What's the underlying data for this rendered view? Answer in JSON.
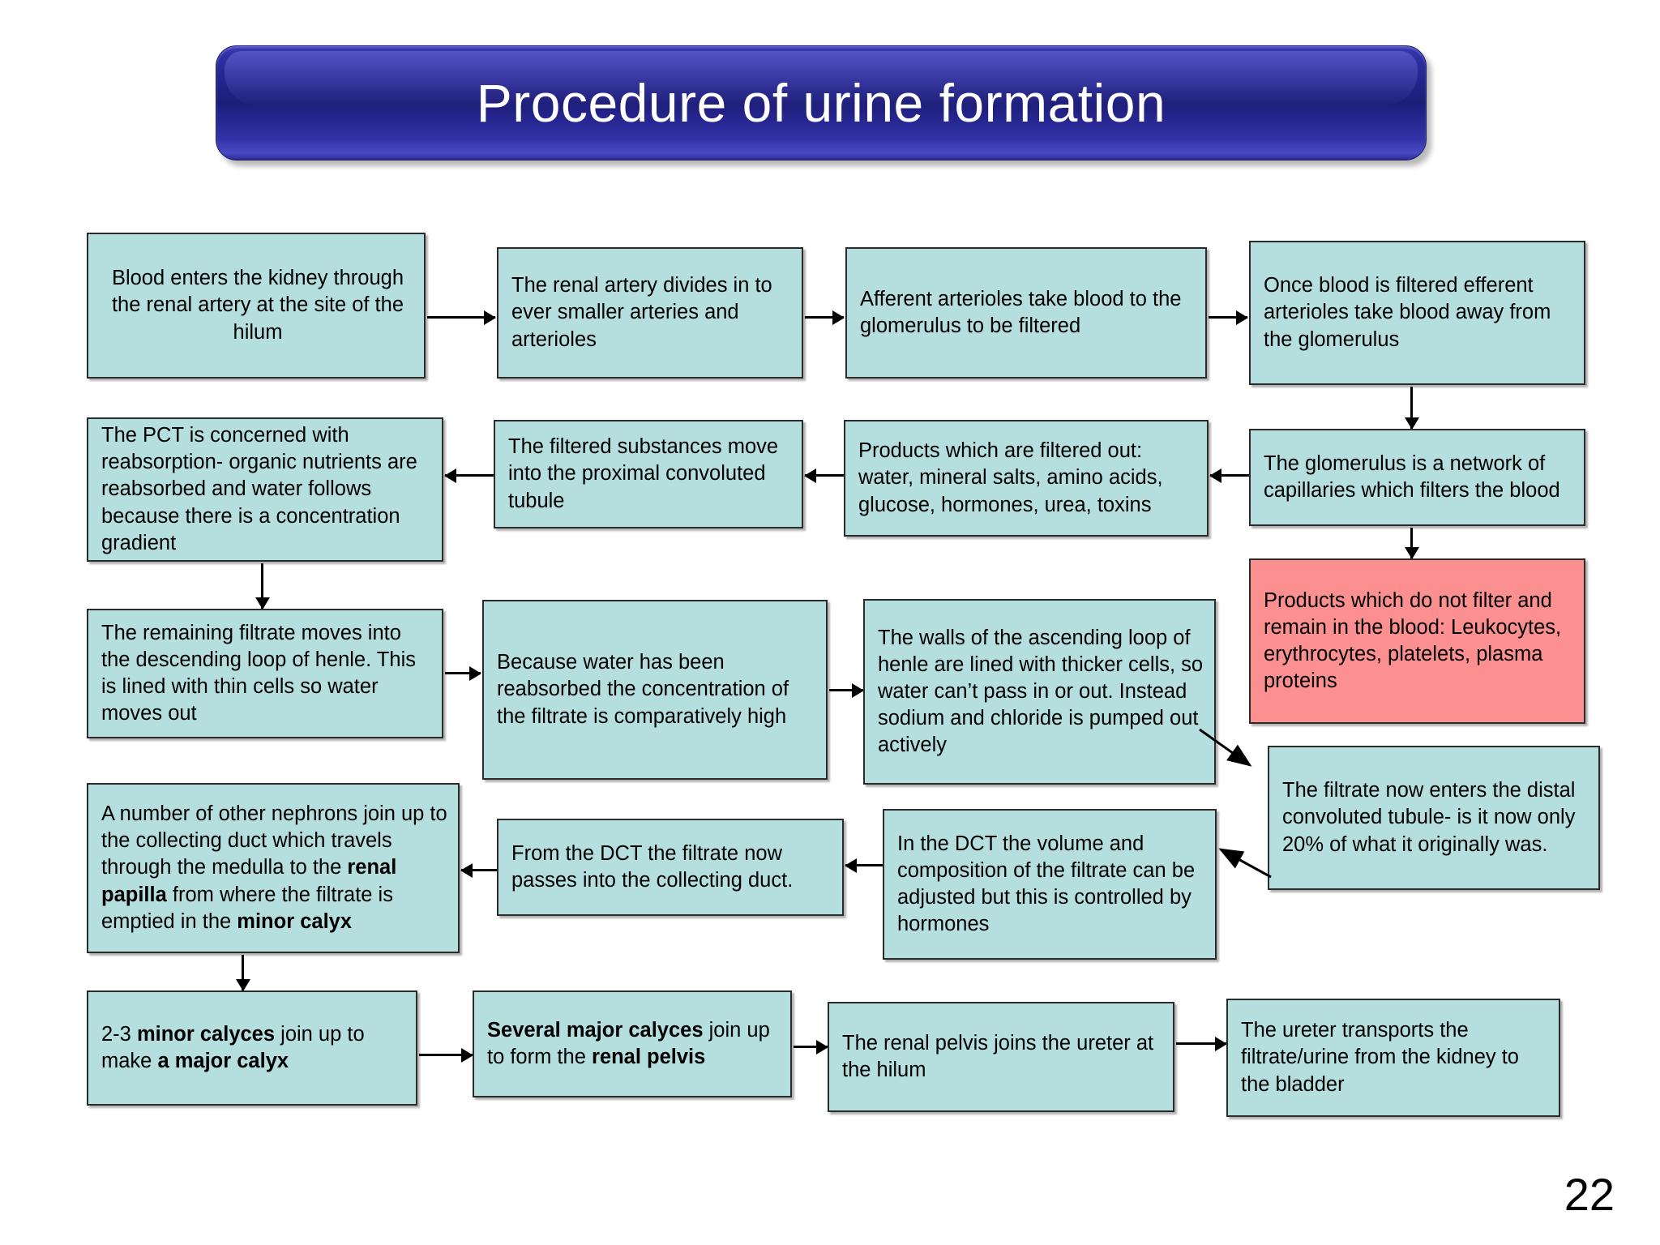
{
  "slide": {
    "title": "Procedure of urine formation",
    "page_number": "22",
    "title_bar_color": "#23238a",
    "box_fill_color": "#b5dfdf",
    "highlight_box_fill_color": "#fc8f8f",
    "border_color": "#2b2b2b"
  },
  "chart_data": {
    "type": "diagram",
    "title": "Procedure of urine formation",
    "nodes": [
      {
        "id": "n1",
        "text": "Blood enters the kidney through the renal artery at the site of the hilum",
        "fill": "#b5dfdf"
      },
      {
        "id": "n2",
        "text": "The renal artery divides in to ever smaller arteries and arterioles",
        "fill": "#b5dfdf"
      },
      {
        "id": "n3",
        "text": "Afferent arterioles take blood to the glomerulus to be filtered",
        "fill": "#b5dfdf"
      },
      {
        "id": "n4",
        "text": "Once blood is filtered efferent arterioles take blood away from the glomerulus",
        "fill": "#b5dfdf"
      },
      {
        "id": "n5",
        "text": "The glomerulus is a network of capillaries which filters the blood",
        "fill": "#b5dfdf"
      },
      {
        "id": "n6",
        "text": "Products which are filtered out: water, mineral salts, amino acids, glucose, hormones, urea, toxins",
        "fill": "#b5dfdf"
      },
      {
        "id": "n7",
        "text": "The filtered substances move into the proximal convoluted tubule",
        "fill": "#b5dfdf"
      },
      {
        "id": "n8",
        "text": "The PCT is concerned with reabsorption- organic nutrients are reabsorbed and water follows because there is a concentration gradient",
        "fill": "#b5dfdf"
      },
      {
        "id": "n9",
        "text": "Products which do not filter and remain in the blood: Leukocytes, erythrocytes, platelets, plasma proteins",
        "fill": "#fc8f8f"
      },
      {
        "id": "n10",
        "text": "The remaining filtrate moves into the descending loop of henle.  This is lined with thin cells so water moves out",
        "fill": "#b5dfdf"
      },
      {
        "id": "n11",
        "text": "Because water has been reabsorbed the concentration of the filtrate is comparatively high",
        "fill": "#b5dfdf"
      },
      {
        "id": "n12",
        "text": "The walls of the ascending loop of henle are lined with thicker cells, so water can’t pass in or out. Instead sodium and chloride is pumped out actively",
        "fill": "#b5dfdf"
      },
      {
        "id": "n13",
        "text": "The filtrate now enters the distal convoluted tubule- is it now only 20% of what it originally was.",
        "fill": "#b5dfdf"
      },
      {
        "id": "n14",
        "text": "In the DCT the volume and composition of the filtrate can be adjusted but this is controlled by hormones",
        "fill": "#b5dfdf"
      },
      {
        "id": "n15",
        "text": "From the DCT the filtrate now passes into the collecting duct.",
        "fill": "#b5dfdf"
      },
      {
        "id": "n16",
        "text": "A number of other nephrons join up to the collecting duct which travels through the medulla to the renal papilla from where the filtrate is emptied in the minor calyx",
        "fill": "#b5dfdf"
      },
      {
        "id": "n17",
        "text": "2-3 minor calyces join up to make a major calyx",
        "fill": "#b5dfdf"
      },
      {
        "id": "n18",
        "text": "Several major calyces join up to form  the renal pelvis",
        "fill": "#b5dfdf"
      },
      {
        "id": "n19",
        "text": "The renal pelvis joins the ureter at the hilum",
        "fill": "#b5dfdf"
      },
      {
        "id": "n20",
        "text": "The ureter transports the filtrate/urine from the kidney to the bladder",
        "fill": "#b5dfdf"
      }
    ],
    "edges": [
      {
        "from": "n1",
        "to": "n2",
        "dir": "right"
      },
      {
        "from": "n2",
        "to": "n3",
        "dir": "right"
      },
      {
        "from": "n3",
        "to": "n4",
        "dir": "right"
      },
      {
        "from": "n4",
        "to": "n5",
        "dir": "down"
      },
      {
        "from": "n5",
        "to": "n6",
        "dir": "left"
      },
      {
        "from": "n6",
        "to": "n7",
        "dir": "left"
      },
      {
        "from": "n7",
        "to": "n8",
        "dir": "left"
      },
      {
        "from": "n5",
        "to": "n9",
        "dir": "down"
      },
      {
        "from": "n8",
        "to": "n10",
        "dir": "down"
      },
      {
        "from": "n10",
        "to": "n11",
        "dir": "right"
      },
      {
        "from": "n11",
        "to": "n12",
        "dir": "right"
      },
      {
        "from": "n12",
        "to": "n13",
        "dir": "down-right"
      },
      {
        "from": "n13",
        "to": "n14",
        "dir": "down-left"
      },
      {
        "from": "n14",
        "to": "n15",
        "dir": "left"
      },
      {
        "from": "n15",
        "to": "n16",
        "dir": "left"
      },
      {
        "from": "n16",
        "to": "n17",
        "dir": "down"
      },
      {
        "from": "n17",
        "to": "n18",
        "dir": "right"
      },
      {
        "from": "n18",
        "to": "n19",
        "dir": "right"
      },
      {
        "from": "n19",
        "to": "n20",
        "dir": "right"
      }
    ]
  },
  "nodes_rich": {
    "n16_parts": [
      {
        "t": "A number of other nephrons join up to the collecting duct which travels through the medulla to the ",
        "b": false
      },
      {
        "t": "renal papilla",
        "b": true
      },
      {
        "t": " from where the filtrate is emptied in the ",
        "b": false
      },
      {
        "t": "minor calyx",
        "b": true
      }
    ],
    "n17_parts": [
      {
        "t": "2-3 ",
        "b": false
      },
      {
        "t": "minor calyces",
        "b": true
      },
      {
        "t": " join up to make ",
        "b": false
      },
      {
        "t": "a major calyx",
        "b": true
      }
    ],
    "n18_parts": [
      {
        "t": "Several major calyces",
        "b": true
      },
      {
        "t": " join up to form  the ",
        "b": false
      },
      {
        "t": "renal pelvis",
        "b": true
      }
    ]
  }
}
